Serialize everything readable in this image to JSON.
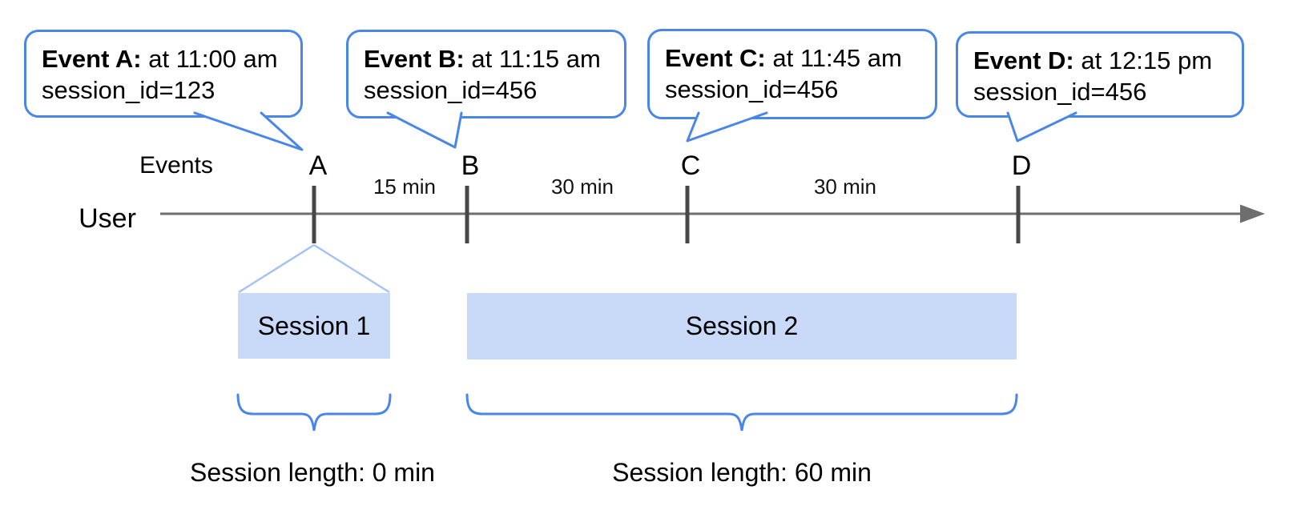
{
  "diagram_title": "event-sessionization-timeline",
  "callouts": [
    {
      "name": "Event A:",
      "time": " at 11:00 am",
      "session": "session_id=123"
    },
    {
      "name": "Event B:",
      "time": " at 11:15 am",
      "session": "session_id=456"
    },
    {
      "name": "Event C:",
      "time": " at 11:45 am",
      "session": "session_id=456"
    },
    {
      "name": "Event D:",
      "time": " at 12:15 pm",
      "session": "session_id=456"
    }
  ],
  "timeline": {
    "events_label": "Events",
    "user_label": "User",
    "markers": [
      "A",
      "B",
      "C",
      "D"
    ],
    "intervals": [
      "15 min",
      "30 min",
      "30 min"
    ]
  },
  "sessions": [
    {
      "label": "Session 1",
      "length": "Session length: 0 min"
    },
    {
      "label": "Session 2",
      "length": "Session length: 60 min"
    }
  ],
  "colors": {
    "callout_border": "#4a86e8",
    "brace": "#4a86e8",
    "session_fill": "#c9daf8",
    "funnel_line": "#a4c2f4",
    "timeline_line": "#6e6e6e",
    "tick": "#474747",
    "text": "#000000"
  }
}
